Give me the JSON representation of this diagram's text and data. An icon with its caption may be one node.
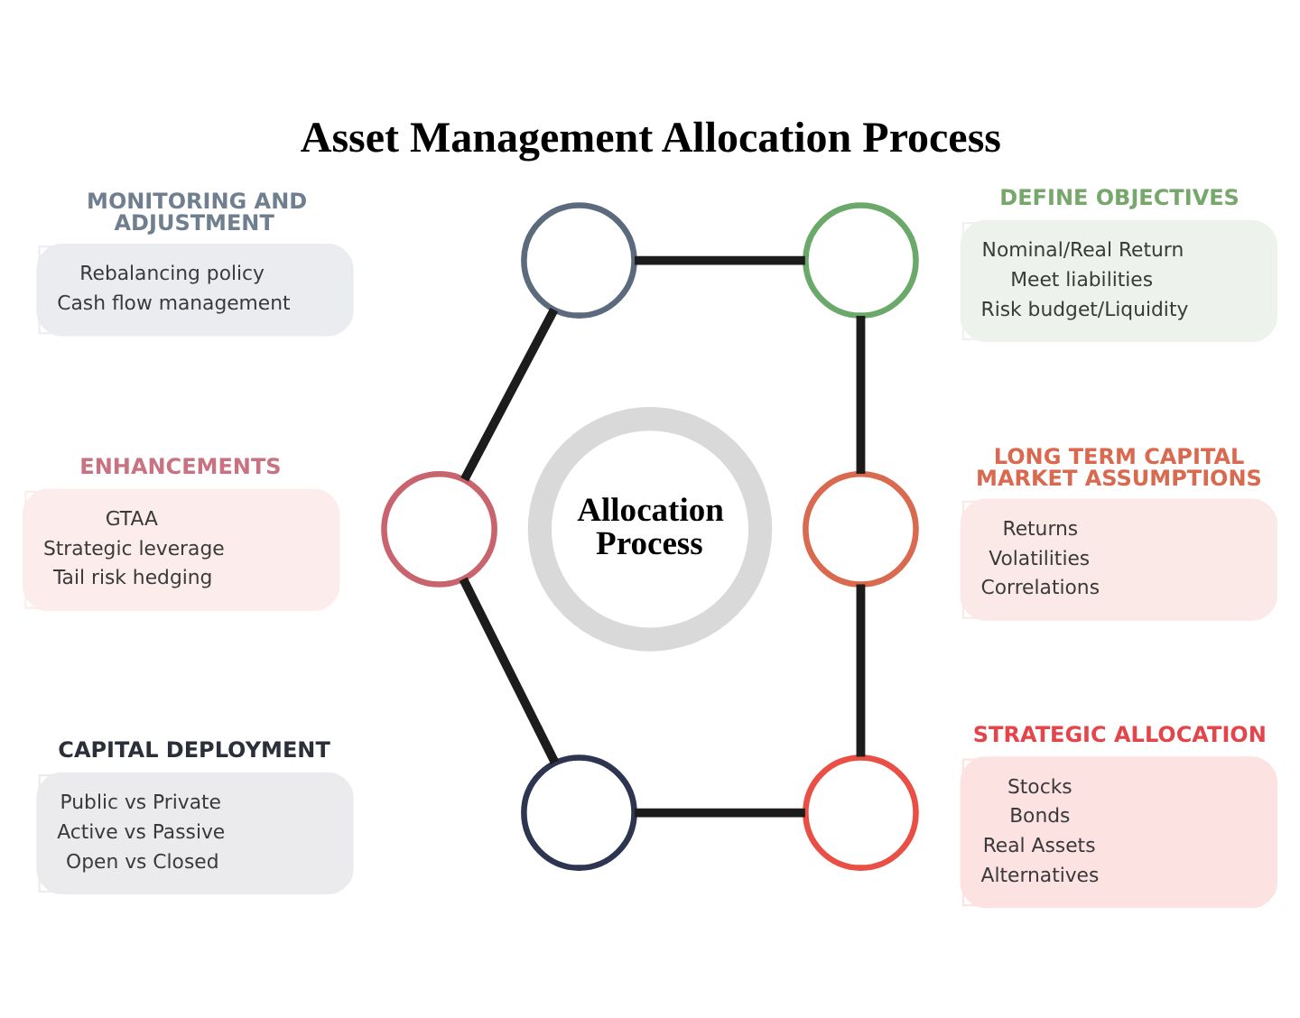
{
  "diagram": {
    "title": "Asset Management Allocation Process",
    "nodes": [
      {
        "text": [
          "Allocation Process"
        ]
      },
      {
        "text": [],
        "shape": "circle"
      },
      {
        "text": [
          "DEFINE OBJECTIVES",
          "Nominal/Real Return",
          "Meet liabilities",
          "Risk budget/Liquidity"
        ]
      },
      {
        "text": [],
        "shape": "circle"
      },
      {
        "text": [
          "LONG TERM CAPITAL MARKET ASSUMPTIONS",
          "Returns",
          "Volatilities",
          "Correlations"
        ]
      },
      {
        "text": [],
        "shape": "circle"
      },
      {
        "text": [
          "STRATEGIC ALLOCATION",
          "Stocks",
          "Bonds",
          "Real Assets",
          "Alternatives"
        ]
      },
      {
        "text": [],
        "shape": "circle"
      },
      {
        "text": [
          "CAPITAL DEPLOYMENT",
          "Public vs Private",
          "Active vs Passive",
          "Open vs Closed"
        ]
      },
      {
        "text": [],
        "shape": "circle"
      },
      {
        "text": [
          "ENHANCEMENTS",
          "GTAA",
          "Strategic leverage",
          "Tail risk hedging"
        ]
      },
      {
        "text": [],
        "shape": "circle"
      },
      {
        "text": [
          "MONITORING AND ADJUSTMENT",
          "Rebalancing policy",
          "Cash flow management"
        ]
      }
    ],
    "edges": [
      {
        "from": 1,
        "to": 3,
        "arrow": "none"
      },
      {
        "from": 3,
        "to": 5,
        "arrow": "none"
      },
      {
        "from": 5,
        "to": 7,
        "arrow": "none"
      },
      {
        "from": 7,
        "to": 9,
        "arrow": "none"
      },
      {
        "from": 9,
        "to": 11,
        "arrow": "none"
      },
      {
        "from": 11,
        "to": 1,
        "arrow": "none"
      }
    ]
  }
}
